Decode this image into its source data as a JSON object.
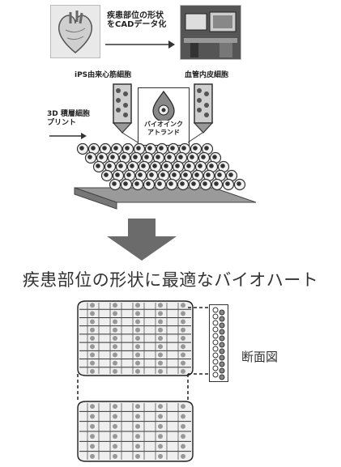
{
  "caption_top": "疾患部位の形状\nをCADデータ化",
  "label_ips": "iPS由来心筋細胞",
  "label_endo": "血管内皮細胞",
  "label_3d": "3D 積層細胞\nプリント",
  "label_bioink": "バイオインク\nアトランド",
  "title_main": "疾患部位の形状に最適なバイオハート",
  "label_section": "断面図",
  "colors": {
    "arrow": "#6b6b6b",
    "plate": "#9a9a9a",
    "sphere_dark": "#333333",
    "sphere_light": "#f2f2f2"
  },
  "icons": {
    "heart": "heart-illustration",
    "workstation": "cad-workstation-photo",
    "nozzle": "print-nozzle-icon",
    "droplet": "bioink-droplet-icon"
  }
}
